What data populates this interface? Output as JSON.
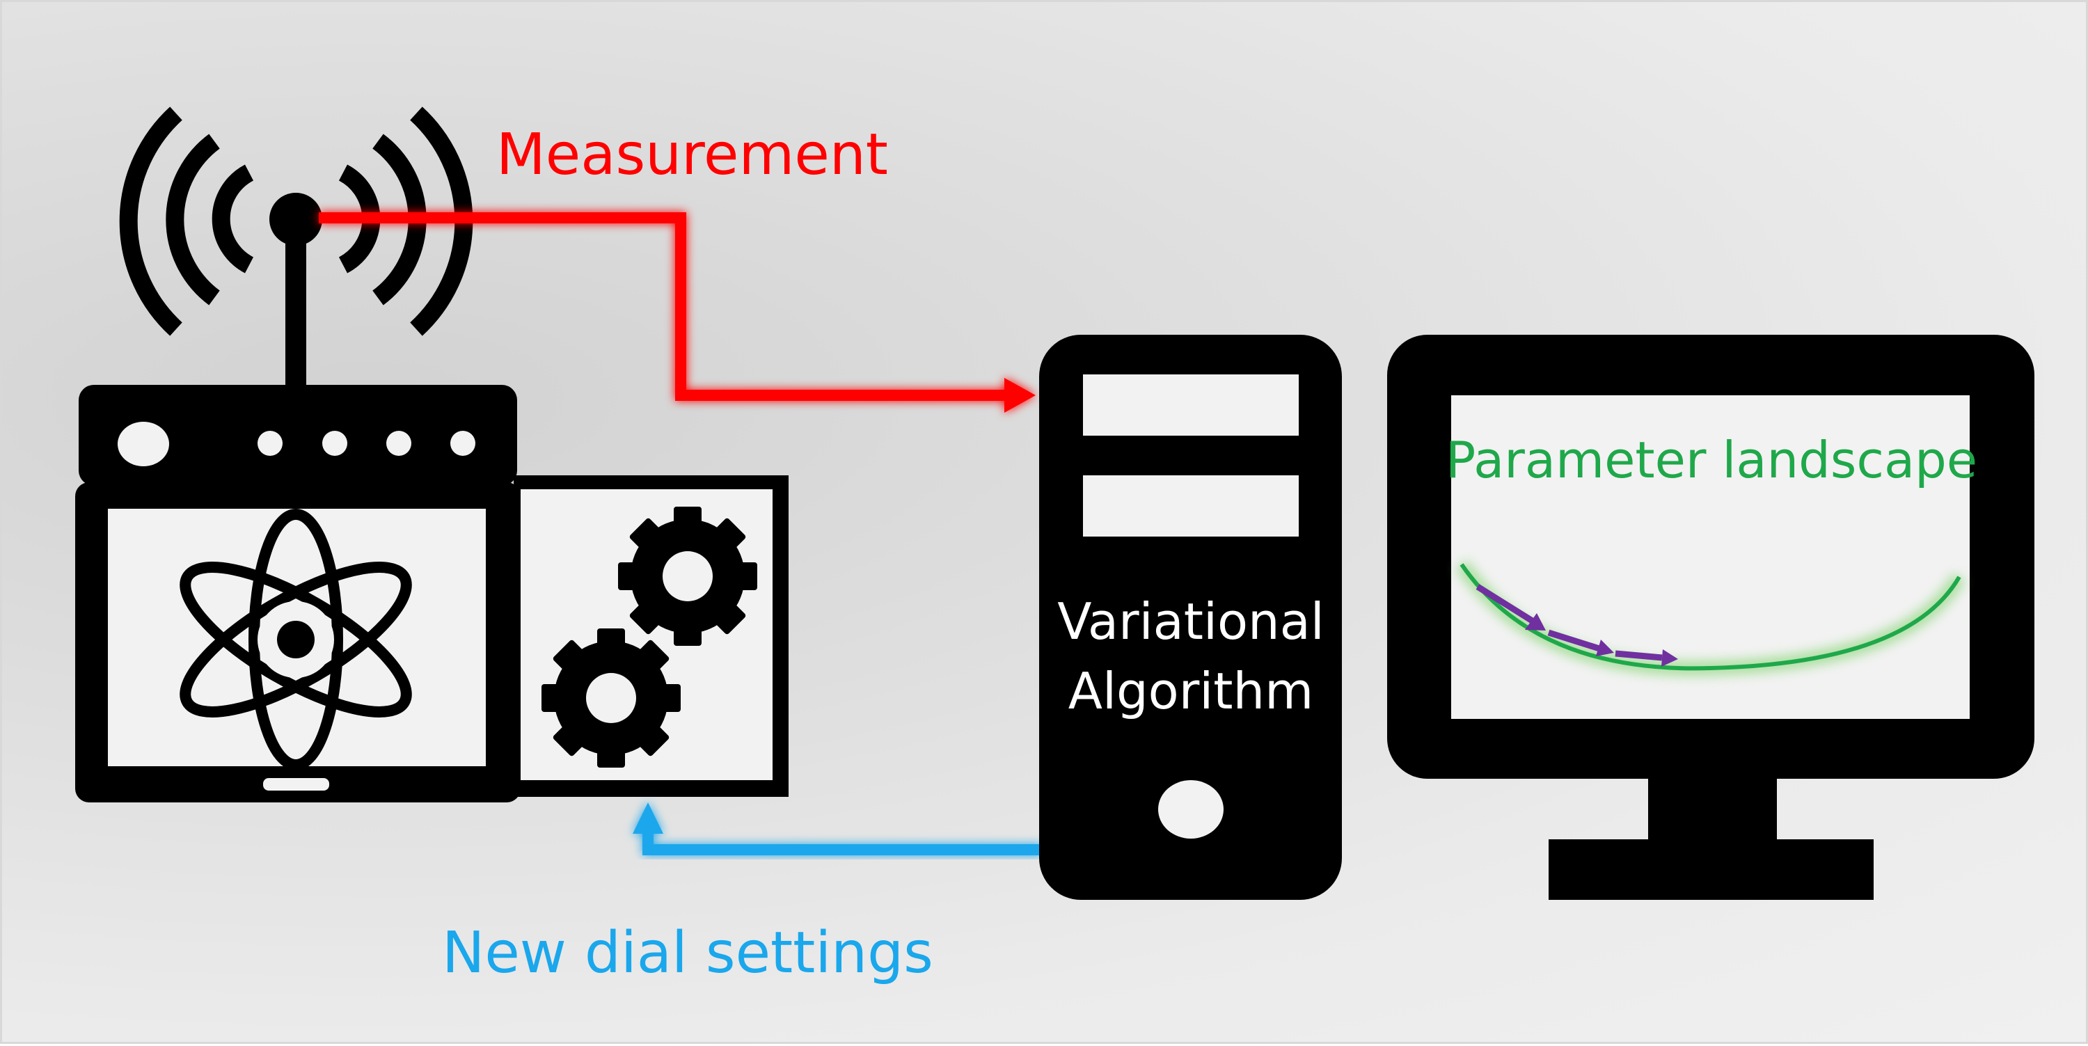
{
  "labels": {
    "measurement": "Measurement",
    "new_dial_settings": "New dial settings",
    "variational_line1": "Variational",
    "variational_line2": "Algorithm",
    "parameter_landscape": "Parameter landscape"
  },
  "colors": {
    "measurement": "#ff0000",
    "dial": "#1aa7ec",
    "landscape": "#1fa84a",
    "steps": "#7030a0",
    "ink": "#000000",
    "screen": "#f2f2f2"
  },
  "icons": [
    "antenna-icon",
    "atom-icon",
    "gear-icon",
    "computer-tower-icon",
    "monitor-icon"
  ]
}
